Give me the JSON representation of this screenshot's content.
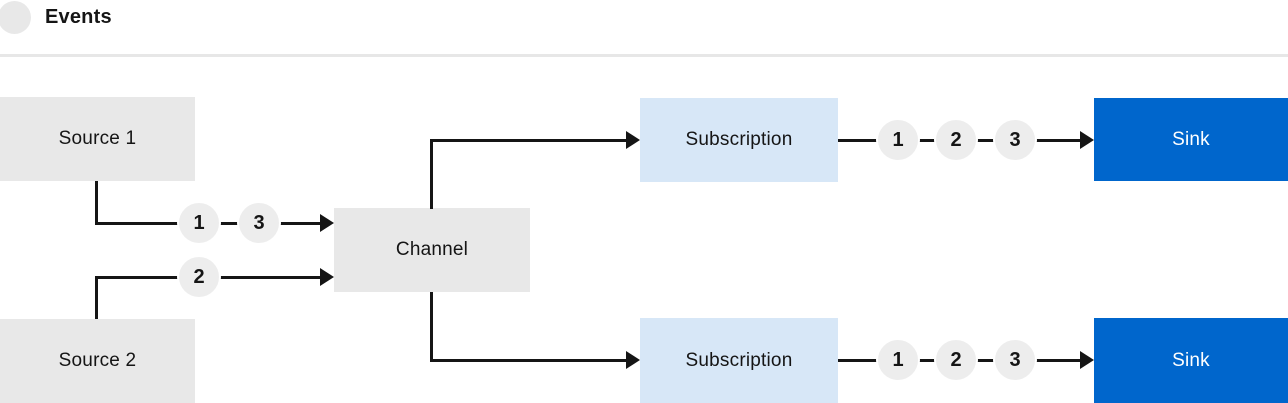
{
  "legend": {
    "label": "Events"
  },
  "diagram": {
    "nodes": {
      "source1": "Source 1",
      "source2": "Source 2",
      "channel": "Channel",
      "subscription_top": "Subscription",
      "subscription_bottom": "Subscription",
      "sink_top": "Sink",
      "sink_bottom": "Sink"
    },
    "event_badges": {
      "source1_to_channel": [
        "1",
        "3"
      ],
      "source2_to_channel": [
        "2"
      ],
      "subscription_top_to_sink": [
        "1",
        "2",
        "3"
      ],
      "subscription_bottom_to_sink": [
        "1",
        "2",
        "3"
      ]
    }
  },
  "colors": {
    "node_gray": "#e8e8e8",
    "badge_gray": "#ededed",
    "subscription_blue": "#d7e7f7",
    "sink_blue": "#0066cc",
    "line_dark": "#151515",
    "text_dark": "#151515",
    "sink_text": "#ffffff",
    "divider_gray": "#e7e7e7"
  }
}
